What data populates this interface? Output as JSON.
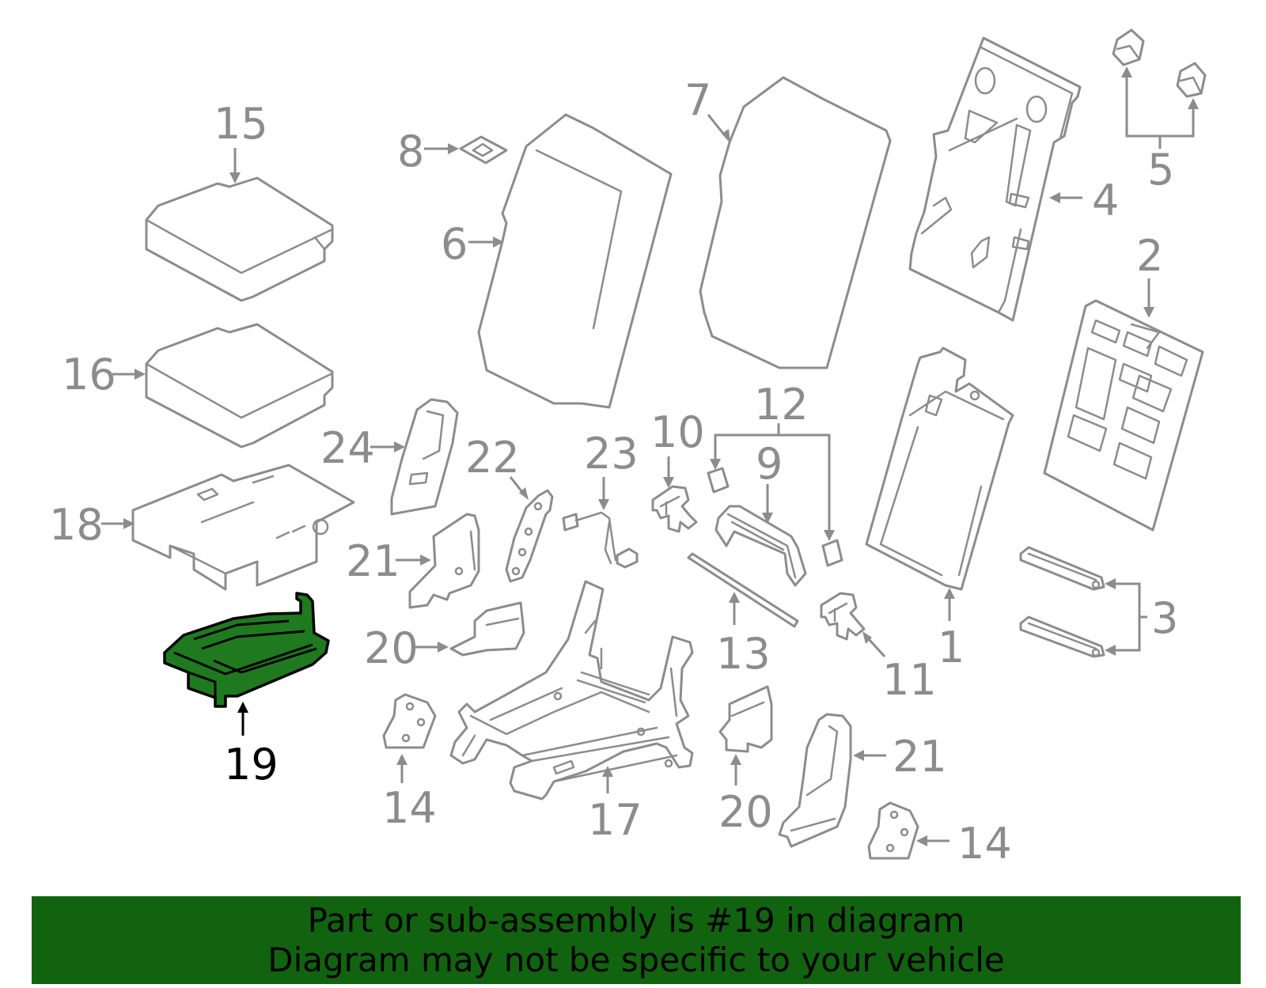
{
  "labels": {
    "p1": "1",
    "p2": "2",
    "p3": "3",
    "p4": "4",
    "p5": "5",
    "p6": "6",
    "p7": "7",
    "p8": "8",
    "p9": "9",
    "p10": "10",
    "p11": "11",
    "p12": "12",
    "p13": "13",
    "p14a": "14",
    "p14b": "14",
    "p15": "15",
    "p16": "16",
    "p17": "17",
    "p18": "18",
    "p19": "19",
    "p20a": "20",
    "p20b": "20",
    "p21a": "21",
    "p21b": "21",
    "p22": "22",
    "p23": "23",
    "p24": "24"
  },
  "highlight": {
    "part": "19",
    "fill_color": "#1f7a1f",
    "banner_color": "#12630f"
  },
  "banner": {
    "line1": "Part or sub-assembly is #19 in diagram",
    "line2": "Diagram may not be specific to your vehicle"
  }
}
